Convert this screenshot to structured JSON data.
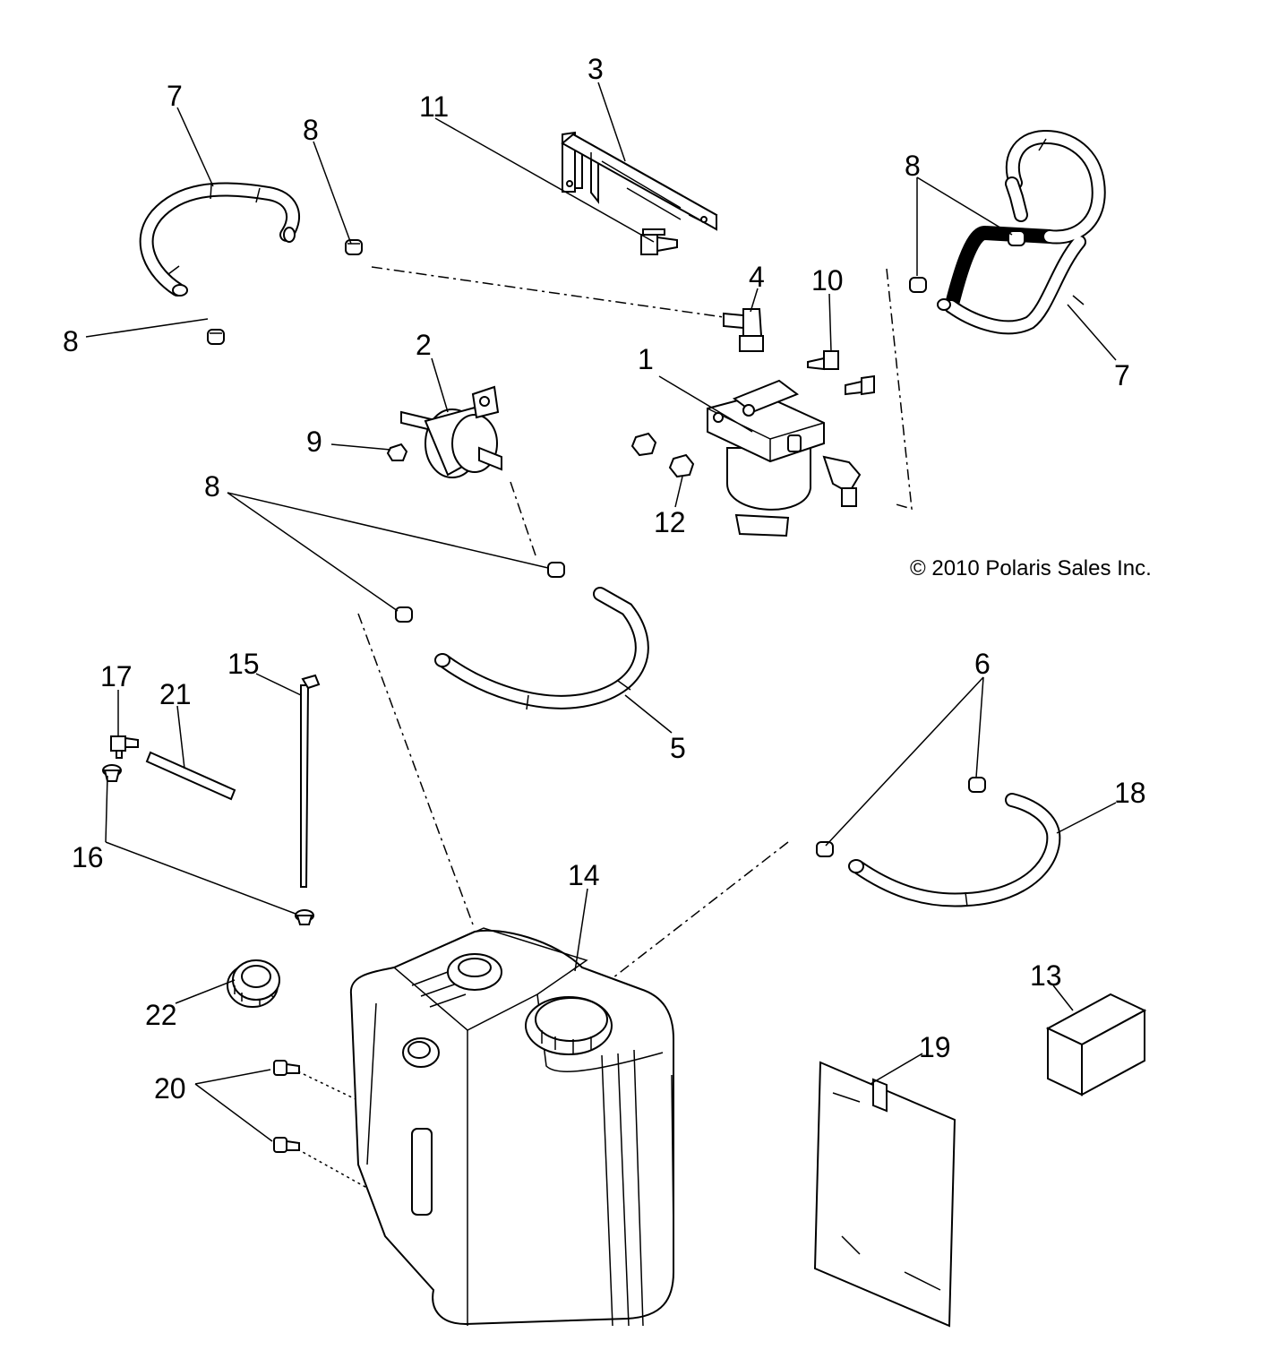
{
  "callouts": [
    {
      "id": "c1",
      "text": "1"
    },
    {
      "id": "c2",
      "text": "2"
    },
    {
      "id": "c3",
      "text": "3"
    },
    {
      "id": "c4",
      "text": "4"
    },
    {
      "id": "c5",
      "text": "5"
    },
    {
      "id": "c6",
      "text": "6"
    },
    {
      "id": "c7a",
      "text": "7"
    },
    {
      "id": "c7b",
      "text": "7"
    },
    {
      "id": "c8a",
      "text": "8"
    },
    {
      "id": "c8b",
      "text": "8"
    },
    {
      "id": "c8c",
      "text": "8"
    },
    {
      "id": "c8d",
      "text": "8"
    },
    {
      "id": "c9",
      "text": "9"
    },
    {
      "id": "c10",
      "text": "10"
    },
    {
      "id": "c11",
      "text": "11"
    },
    {
      "id": "c12",
      "text": "12"
    },
    {
      "id": "c13",
      "text": "13"
    },
    {
      "id": "c14",
      "text": "14"
    },
    {
      "id": "c15",
      "text": "15"
    },
    {
      "id": "c16",
      "text": "16"
    },
    {
      "id": "c17",
      "text": "17"
    },
    {
      "id": "c18",
      "text": "18"
    },
    {
      "id": "c19",
      "text": "19"
    },
    {
      "id": "c20",
      "text": "20"
    },
    {
      "id": "c21",
      "text": "21"
    },
    {
      "id": "c22",
      "text": "22"
    }
  ],
  "copyright": "© 2010 Polaris Sales Inc."
}
